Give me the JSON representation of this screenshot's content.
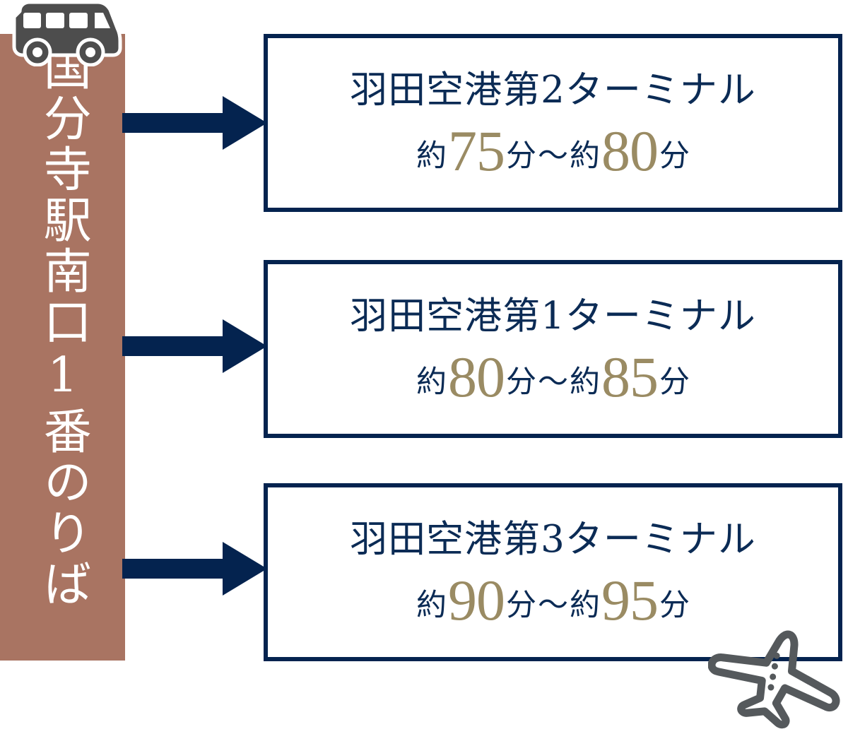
{
  "diagram": {
    "type": "route-flow",
    "origin": {
      "label": "国分寺駅南口1番のりば",
      "icon": "bus-icon",
      "background_color": "#a97462",
      "text_color": "#ffffff"
    },
    "accent_colors": {
      "navy": "#04234f",
      "title_navy": "#0b2b55",
      "gold": "#9a8b63",
      "brown": "#a97462",
      "icon_gray": "#4d4d4d"
    },
    "arrow_icon": "arrow-right-icon",
    "plane_icon": "airplane-icon",
    "destinations": [
      {
        "title": "羽田空港第2ターミナル",
        "approx_prefix": "約",
        "min_value": "75",
        "unit": "分",
        "separator": "〜",
        "approx_prefix_2": "約",
        "max_value": "80",
        "unit_2": "分",
        "duration_text": "約75分〜約80分"
      },
      {
        "title": "羽田空港第1ターミナル",
        "approx_prefix": "約",
        "min_value": "80",
        "unit": "分",
        "separator": "〜",
        "approx_prefix_2": "約",
        "max_value": "85",
        "unit_2": "分",
        "duration_text": "約80分〜約85分"
      },
      {
        "title": "羽田空港第3ターミナル",
        "approx_prefix": "約",
        "min_value": "90",
        "unit": "分",
        "separator": "〜",
        "approx_prefix_2": "約",
        "max_value": "95",
        "unit_2": "分",
        "duration_text": "約90分〜約95分"
      }
    ]
  }
}
